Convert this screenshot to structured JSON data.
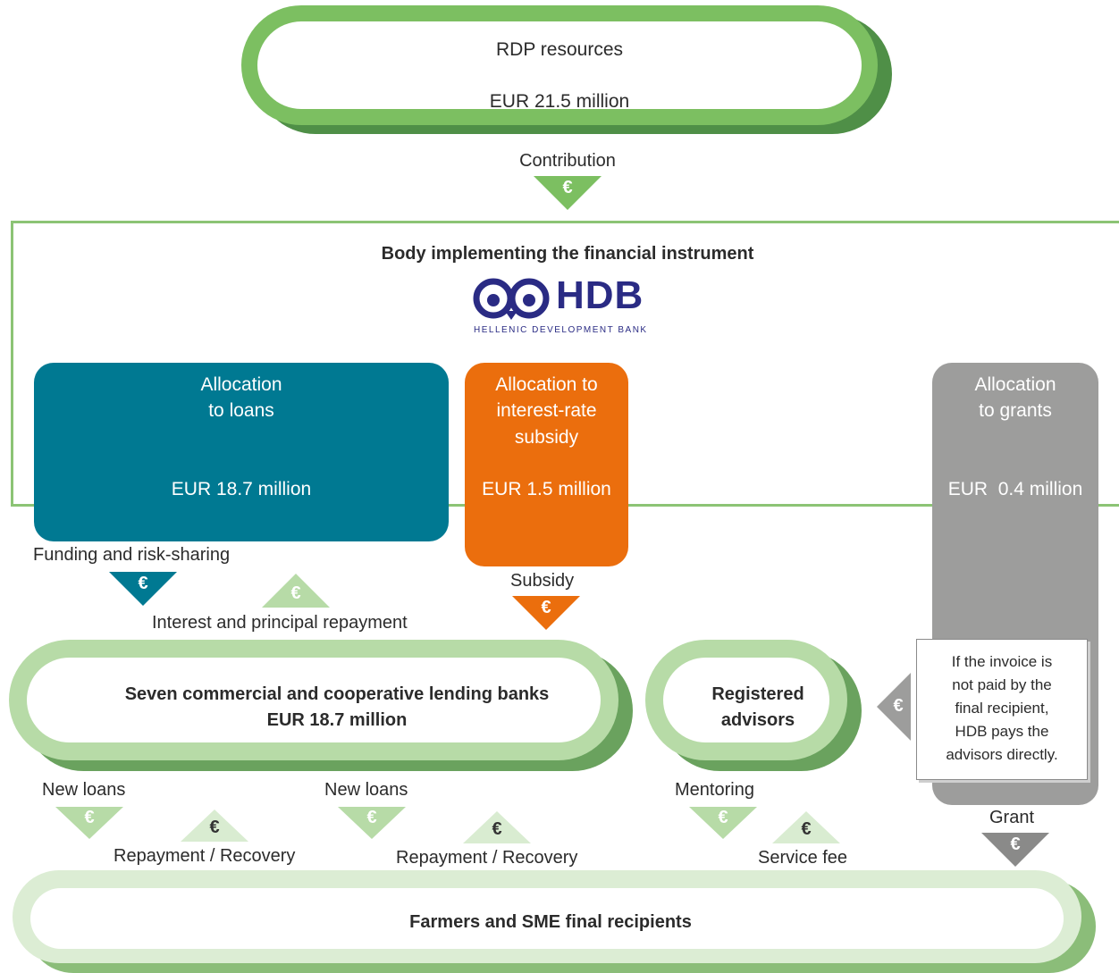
{
  "rdp": {
    "title": "RDP resources",
    "amount": "EUR 21.5 million"
  },
  "contribution_label": "Contribution",
  "body": {
    "title": "Body implementing the financial instrument"
  },
  "hdb_logo": {
    "name": "HDB",
    "subtitle": "HELLENIC DEVELOPMENT BANK"
  },
  "allocations": {
    "loans": {
      "line1": "Allocation",
      "line2": "to loans",
      "amount": "EUR 18.7 million"
    },
    "subsidy": {
      "line1": "Allocation to",
      "line2": "interest-rate",
      "line3": "subsidy",
      "amount": "EUR 1.5 million"
    },
    "grants": {
      "line1": "Allocation",
      "line2": "to grants",
      "amount": "EUR  0.4 million"
    }
  },
  "labels": {
    "funding": "Funding and risk-sharing",
    "repayment_interest": "Interest and principal repayment",
    "subsidy": "Subsidy",
    "new_loans_1": "New loans",
    "new_loans_2": "New loans",
    "repayment_1": "Repayment / Recovery",
    "repayment_2": "Repayment / Recovery",
    "mentoring": "Mentoring",
    "service_fee": "Service fee",
    "grant": "Grant"
  },
  "banks": {
    "line1": "Seven commercial and cooperative lending banks",
    "line2": "EUR 18.7 million"
  },
  "advisors": {
    "line1": "Registered",
    "line2": "advisors"
  },
  "note": {
    "lines": [
      "If the invoice is",
      "not paid by the",
      "final recipient,",
      "HDB pays the",
      "advisors directly."
    ]
  },
  "recipients": {
    "title": "Farmers and SME final recipients"
  },
  "euro_symbol": "€",
  "colors": {
    "green_dark": "#7cbf61",
    "green_light": "#b7dba7",
    "teal": "#007992",
    "orange": "#eb6e0d",
    "grey": "#9d9d9c",
    "hdb_navy": "#2a2b84"
  }
}
